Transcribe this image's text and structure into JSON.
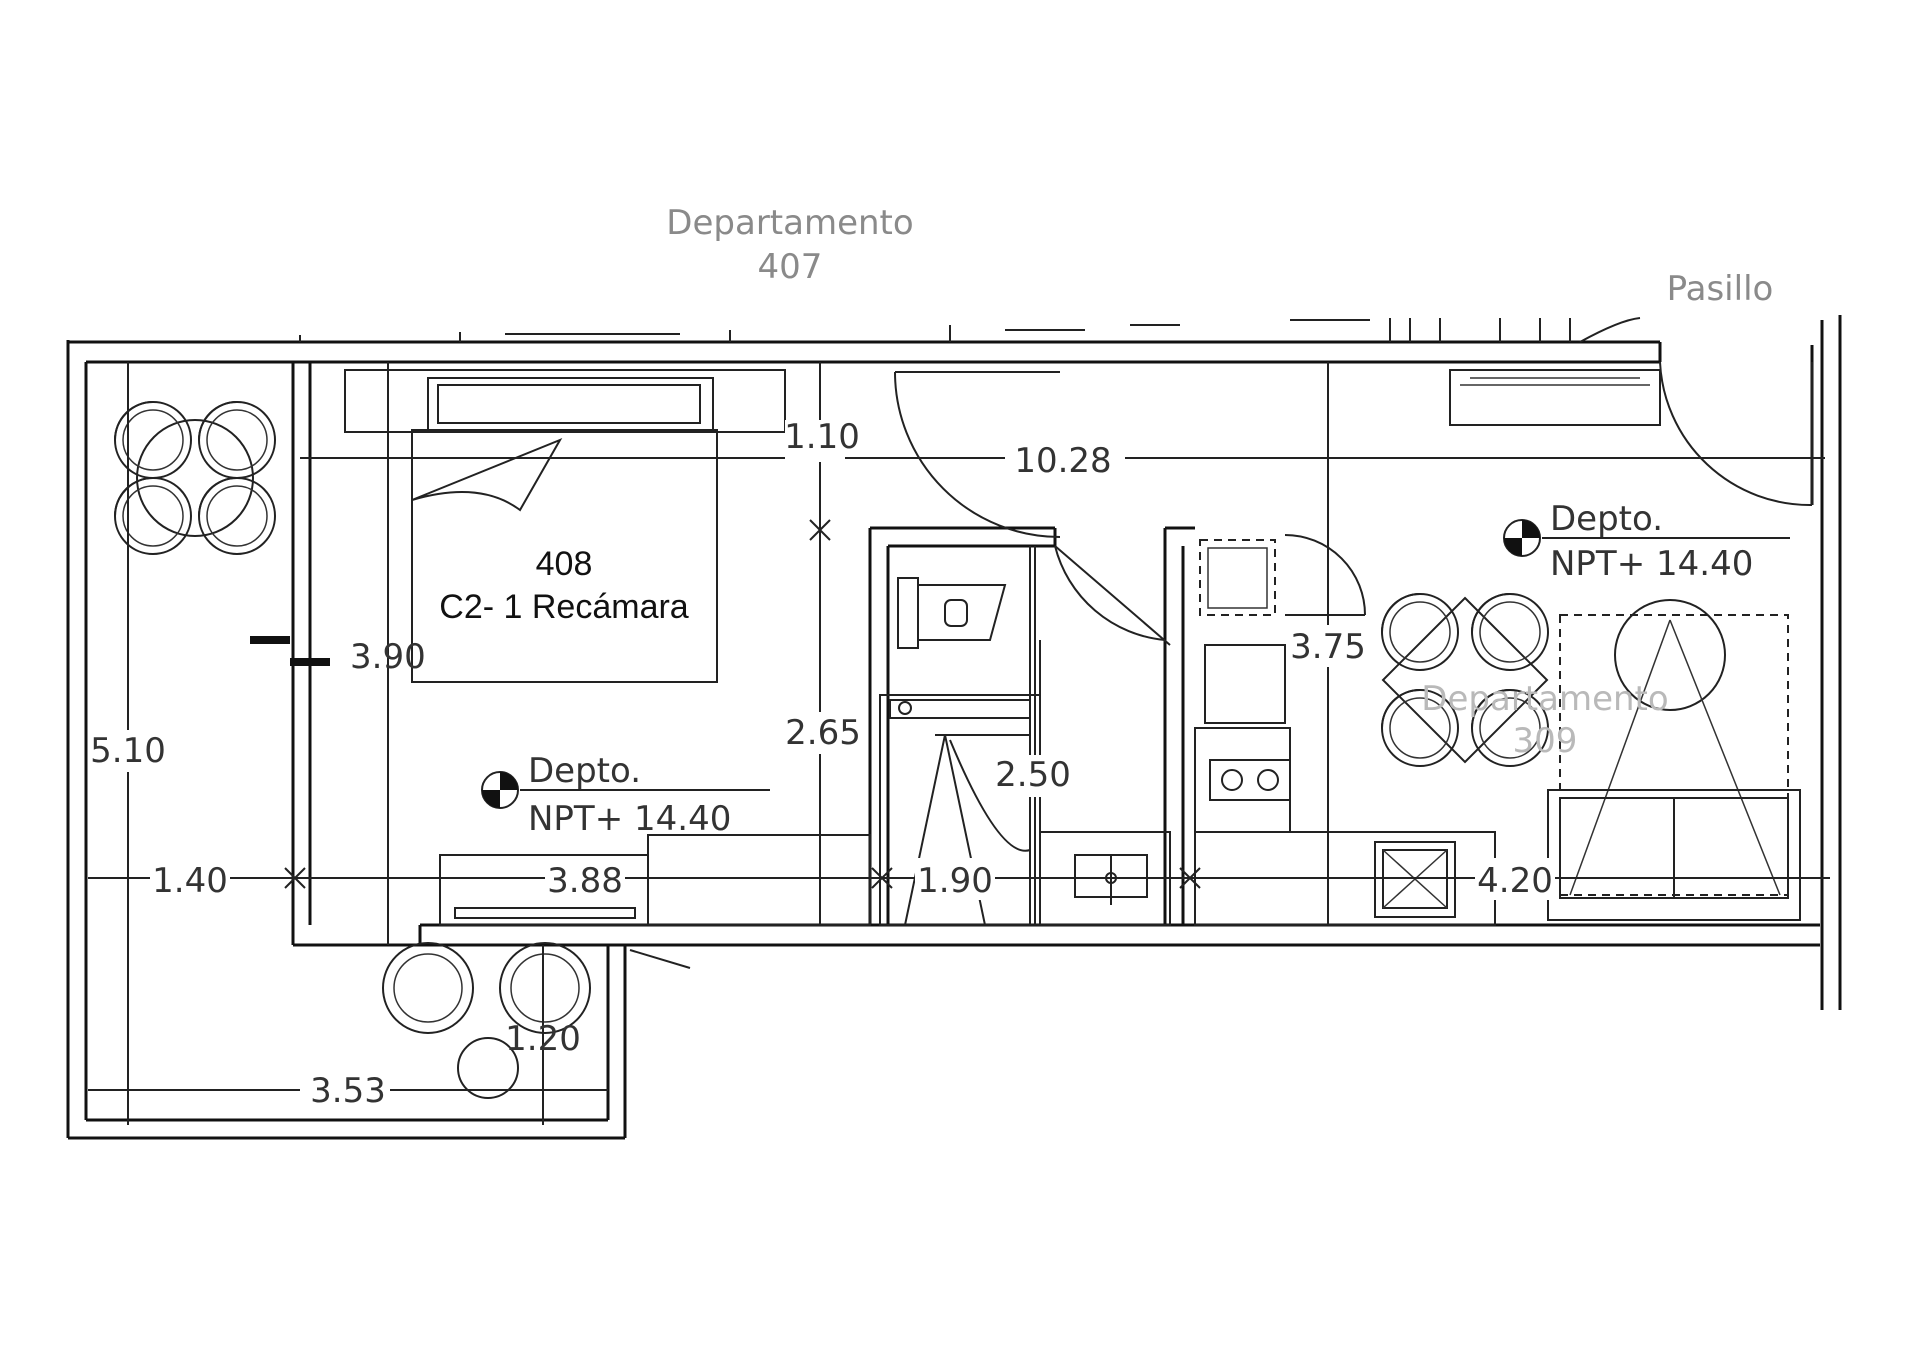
{
  "labels": {
    "neighbor_top_line1": "Departamento",
    "neighbor_top_line2": "407",
    "corridor": "Pasillo",
    "unit_number": "408",
    "unit_type": "C2- 1 Recámara",
    "level_left_line1": "Depto.",
    "level_left_line2": "NPT+ 14.40",
    "level_right_line1": "Depto.",
    "level_right_line2": "NPT+ 14.40",
    "neighbor_right_line1": "Departamento",
    "neighbor_right_line2": "309"
  },
  "dimensions": {
    "d_1_10": "1.10",
    "d_10_28": "10.28",
    "d_3_90": "3.90",
    "d_3_75": "3.75",
    "d_5_10": "5.10",
    "d_2_65": "2.65",
    "d_2_50": "2.50",
    "d_1_40": "1.40",
    "d_3_88": "3.88",
    "d_1_90": "1.90",
    "d_4_20": "4.20",
    "d_1_20": "1.20",
    "d_3_53": "3.53"
  }
}
